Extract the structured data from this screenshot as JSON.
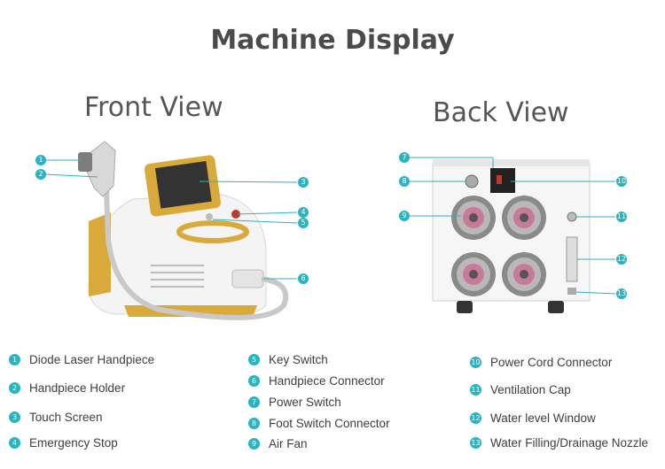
{
  "header": {
    "title": "Machine  Display"
  },
  "views": {
    "front": "Front  View",
    "back": "Back View"
  },
  "callouts": {
    "front": [
      "1",
      "2",
      "3",
      "4",
      "5",
      "6"
    ],
    "back": [
      "7",
      "8",
      "9",
      "10",
      "11",
      "12",
      "13"
    ]
  },
  "legend": [
    {
      "num": "1",
      "label": "Diode Laser Handpiece"
    },
    {
      "num": "2",
      "label": "Handpiece Holder"
    },
    {
      "num": "3",
      "label": "Touch Screen"
    },
    {
      "num": "4",
      "label": "Emergency Stop"
    },
    {
      "num": "5",
      "label": "Key Switch"
    },
    {
      "num": "6",
      "label": "Handpiece Connector"
    },
    {
      "num": "7",
      "label": "Power Switch"
    },
    {
      "num": "8",
      "label": "Foot Switch Connector"
    },
    {
      "num": "9",
      "label": "Air Fan"
    },
    {
      "num": "10",
      "label": "Power Cord Connector"
    },
    {
      "num": "11",
      "label": "Ventilation Cap"
    },
    {
      "num": "12",
      "label": "Water level Window"
    },
    {
      "num": "13",
      "label": "Water Filling/Drainage Nozzle"
    }
  ],
  "colors": {
    "accent": "#2bb3c0",
    "gold": "#d9a93a",
    "machine_white": "#f2f2f2"
  }
}
